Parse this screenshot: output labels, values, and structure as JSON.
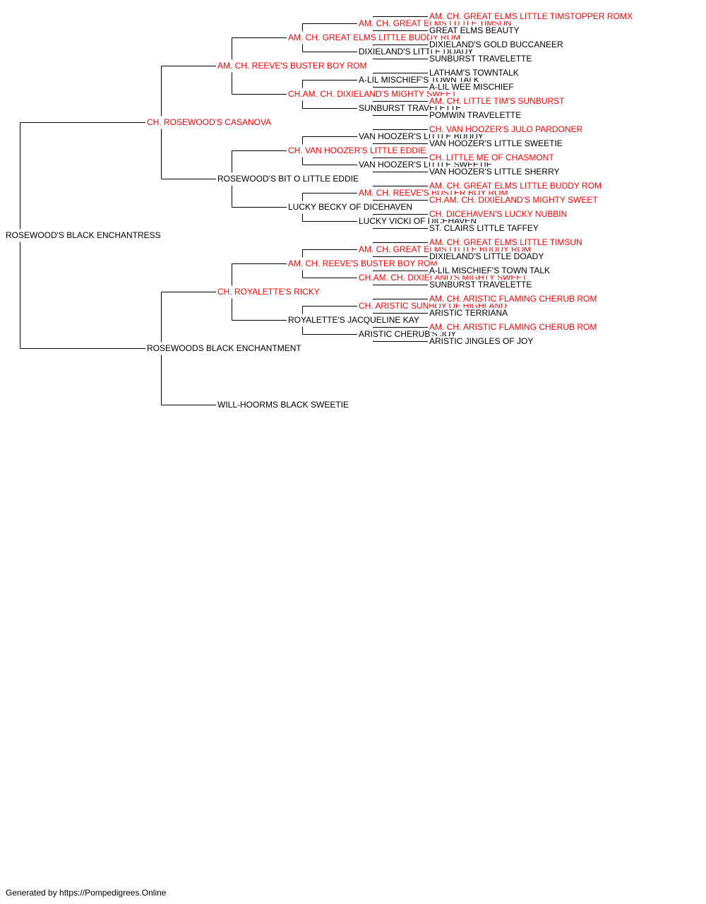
{
  "colors": {
    "champion": "#ff0000",
    "regular": "#000000",
    "line": "#000000"
  },
  "pedigree": {
    "name": "ROSEWOOD'S BLACK ENCHANTRESS",
    "champion": false,
    "sire": {
      "name": "CH. ROSEWOOD'S CASANOVA",
      "champion": true,
      "sire": {
        "name": "AM. CH. REEVE'S BUSTER BOY ROM",
        "champion": true,
        "sire": {
          "name": "AM. CH. GREAT ELMS LITTLE BUDDY ROM",
          "champion": true,
          "sire": {
            "name": "AM. CH. GREAT ELMS LITTLE TIMSUN",
            "champion": true,
            "sire": {
              "name": "AM. CH. GREAT ELMS LITTLE TIMSTOPPER ROMX",
              "champion": true
            },
            "dam": {
              "name": "GREAT ELMS BEAUTY",
              "champion": false
            }
          },
          "dam": {
            "name": "DIXIELAND'S LITTLE DOADY",
            "champion": false,
            "sire": {
              "name": "DIXIELAND'S GOLD BUCCANEER",
              "champion": false
            },
            "dam": {
              "name": "SUNBURST TRAVELETTE",
              "champion": false
            }
          }
        },
        "dam": {
          "name": "CH.AM. CH. DIXIELAND'S MIGHTY SWEET",
          "champion": true,
          "sire": {
            "name": "A-LIL MISCHIEF'S TOWN TALK",
            "champion": false,
            "sire": {
              "name": "LATHAM'S TOWNTALK",
              "champion": false
            },
            "dam": {
              "name": "A-LIL WEE MISCHIEF",
              "champion": false
            }
          },
          "dam": {
            "name": "SUNBURST TRAVELETTE",
            "champion": false,
            "sire": {
              "name": "AM. CH. LITTLE TIM'S SUNBURST",
              "champion": true
            },
            "dam": {
              "name": "POMWIN TRAVELETTE",
              "champion": false
            }
          }
        }
      },
      "dam": {
        "name": "ROSEWOOD'S BIT O LITTLE EDDIE",
        "champion": false,
        "sire": {
          "name": "CH. VAN HOOZER'S LITTLE EDDIE",
          "champion": true,
          "sire": {
            "name": "VAN HOOZER'S LITTLE BUDDY",
            "champion": false,
            "sire": {
              "name": "CH. VAN HOOZER'S JULO PARDONER",
              "champion": true
            },
            "dam": {
              "name": "VAN HOOZER'S LITTLE SWEETIE",
              "champion": false
            }
          },
          "dam": {
            "name": "VAN HOOZER'S LITTLE SWEETIE",
            "champion": false,
            "sire": {
              "name": "CH. LITTLE ME OF CHASMONT",
              "champion": true
            },
            "dam": {
              "name": "VAN HOOZER'S LITTLE SHERRY",
              "champion": false
            }
          }
        },
        "dam": {
          "name": "LUCKY BECKY OF DICEHAVEN",
          "champion": false,
          "sire": {
            "name": "AM. CH. REEVE'S BUSTER BOY ROM",
            "champion": true,
            "sire": {
              "name": "AM. CH. GREAT ELMS LITTLE BUDDY ROM",
              "champion": true
            },
            "dam": {
              "name": "CH.AM. CH. DIXIELAND'S MIGHTY SWEET",
              "champion": true
            }
          },
          "dam": {
            "name": "LUCKY VICKI OF DICEHAVEN",
            "champion": false,
            "sire": {
              "name": "CH. DICEHAVEN'S LUCKY NUBBIN",
              "champion": true
            },
            "dam": {
              "name": "ST. CLAIRS LITTLE TAFFEY",
              "champion": false
            }
          }
        }
      }
    },
    "dam": {
      "name": "ROSEWOODS BLACK ENCHANTMENT",
      "champion": false,
      "sire": {
        "name": "CH. ROYALETTE'S RICKY",
        "champion": true,
        "sire": {
          "name": "AM. CH. REEVE'S BUSTER BOY ROM",
          "champion": true,
          "sire": {
            "name": "AM. CH. GREAT ELMS LITTLE BUDDY ROM",
            "champion": true,
            "sire": {
              "name": "AM. CH. GREAT ELMS LITTLE TIMSUN",
              "champion": true
            },
            "dam": {
              "name": "DIXIELAND'S LITTLE DOADY",
              "champion": false
            }
          },
          "dam": {
            "name": "CH.AM. CH. DIXIELAND'S MIGHTY SWEET",
            "champion": true,
            "sire": {
              "name": "A-LIL MISCHIEF'S TOWN TALK",
              "champion": false
            },
            "dam": {
              "name": "SUNBURST TRAVELETTE",
              "champion": false
            }
          }
        },
        "dam": {
          "name": "ROYALETTE'S JACQUELINE KAY",
          "champion": false,
          "sire": {
            "name": "CH. ARISTIC SUNBOY OF HIGHLAND",
            "champion": true,
            "sire": {
              "name": "AM. CH. ARISTIC FLAMING CHERUB ROM",
              "champion": true
            },
            "dam": {
              "name": "ARISTIC TERRIANA",
              "champion": false
            }
          },
          "dam": {
            "name": "ARISTIC CHERUB'S JOY",
            "champion": false,
            "sire": {
              "name": "AM. CH. ARISTIC FLAMING CHERUB ROM",
              "champion": true
            },
            "dam": {
              "name": "ARISTIC JINGLES OF JOY",
              "champion": false
            }
          }
        }
      },
      "dam": {
        "name": "WILL-HOORMS BLACK SWEETIE",
        "champion": false
      }
    }
  },
  "footer": "Generated by https://Pompedigrees.Online"
}
